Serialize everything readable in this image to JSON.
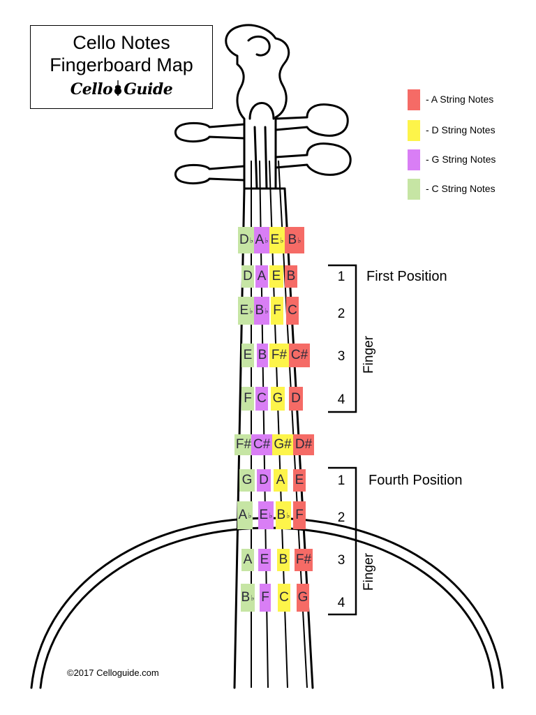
{
  "title": {
    "line1": "Cello Notes",
    "line2": "Fingerboard Map",
    "brand_left": "Cello",
    "brand_right": "Guide"
  },
  "legend": [
    {
      "label": "- A String Notes",
      "color": "#f56b66"
    },
    {
      "label": "- D String Notes",
      "color": "#fdf44a"
    },
    {
      "label": "- G String Notes",
      "color": "#d97ef5"
    },
    {
      "label": "- C String Notes",
      "color": "#c6e5a4"
    }
  ],
  "positions": [
    {
      "label": "First Position",
      "finger_axis_label": "Finger",
      "fingers": [
        "1",
        "2",
        "3",
        "4"
      ]
    },
    {
      "label": "Fourth Position",
      "finger_axis_label": "Finger",
      "fingers": [
        "1",
        "2",
        "3",
        "4"
      ]
    }
  ],
  "notes": [
    [
      {
        "n": "D",
        "a": "♭"
      },
      {
        "n": "A",
        "a": "♭"
      },
      {
        "n": "E",
        "a": "♭"
      },
      {
        "n": "B",
        "a": "♭"
      }
    ],
    [
      {
        "n": "D",
        "a": ""
      },
      {
        "n": "A",
        "a": ""
      },
      {
        "n": "E",
        "a": ""
      },
      {
        "n": "B",
        "a": ""
      }
    ],
    [
      {
        "n": "E",
        "a": "♭"
      },
      {
        "n": "B",
        "a": "♭"
      },
      {
        "n": "F",
        "a": ""
      },
      {
        "n": "C",
        "a": ""
      }
    ],
    [
      {
        "n": "E",
        "a": ""
      },
      {
        "n": "B",
        "a": ""
      },
      {
        "n": "F#",
        "a": ""
      },
      {
        "n": "C#",
        "a": ""
      }
    ],
    [
      {
        "n": "F",
        "a": ""
      },
      {
        "n": "C",
        "a": ""
      },
      {
        "n": "G",
        "a": ""
      },
      {
        "n": "D",
        "a": ""
      }
    ],
    [
      {
        "n": "F#",
        "a": ""
      },
      {
        "n": "C#",
        "a": ""
      },
      {
        "n": "G#",
        "a": ""
      },
      {
        "n": "D#",
        "a": ""
      }
    ],
    [
      {
        "n": "G",
        "a": ""
      },
      {
        "n": "D",
        "a": ""
      },
      {
        "n": "A",
        "a": ""
      },
      {
        "n": "E",
        "a": ""
      }
    ],
    [
      {
        "n": "A",
        "a": "♭"
      },
      {
        "n": "E",
        "a": "♭"
      },
      {
        "n": "B",
        "a": "♭"
      },
      {
        "n": "F",
        "a": ""
      }
    ],
    [
      {
        "n": "A",
        "a": ""
      },
      {
        "n": "E",
        "a": ""
      },
      {
        "n": "B",
        "a": ""
      },
      {
        "n": "F#",
        "a": ""
      }
    ],
    [
      {
        "n": "B",
        "a": "♭"
      },
      {
        "n": "F",
        "a": ""
      },
      {
        "n": "C",
        "a": ""
      },
      {
        "n": "G",
        "a": ""
      }
    ]
  ],
  "copyright": "©2017 Celloguide.com"
}
